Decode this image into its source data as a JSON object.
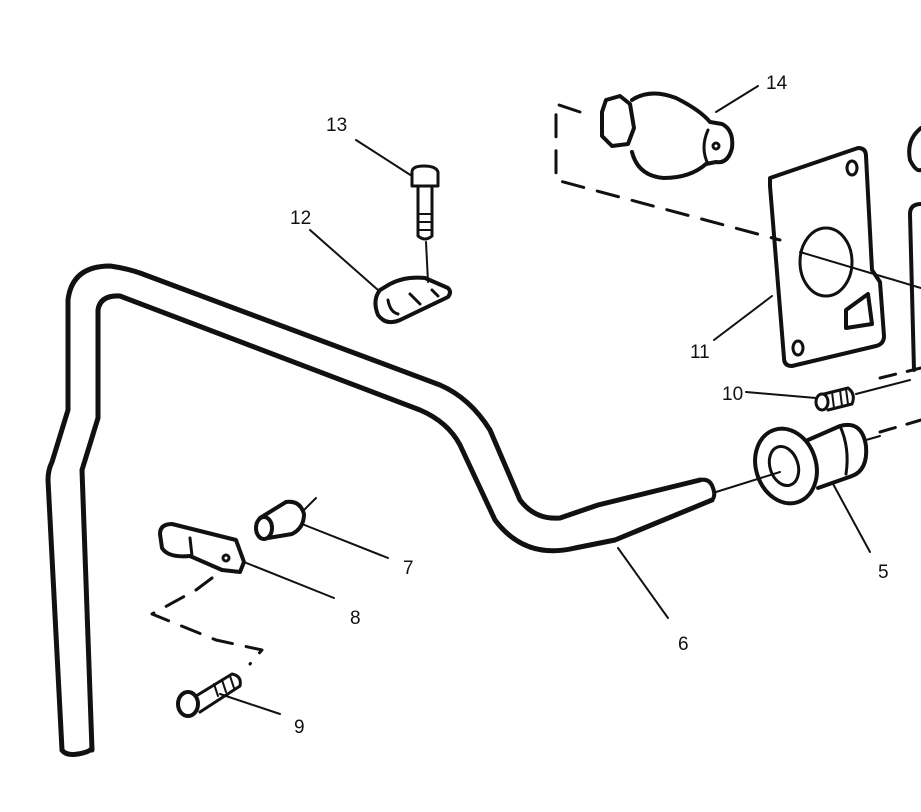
{
  "diagram": {
    "type": "exploded parts diagram",
    "colors": {
      "line": "#111111",
      "background": "#ffffff"
    },
    "callouts": [
      {
        "number": "5",
        "part": "fitting-with-flange"
      },
      {
        "number": "6",
        "part": "hose"
      },
      {
        "number": "7",
        "part": "spacer-bushing"
      },
      {
        "number": "8",
        "part": "hose-clamp"
      },
      {
        "number": "9",
        "part": "bolt"
      },
      {
        "number": "10",
        "part": "set-screw"
      },
      {
        "number": "11",
        "part": "gasket-plate"
      },
      {
        "number": "12",
        "part": "hose-clip"
      },
      {
        "number": "13",
        "part": "bolt"
      },
      {
        "number": "14",
        "part": "plug-fitting"
      }
    ]
  }
}
